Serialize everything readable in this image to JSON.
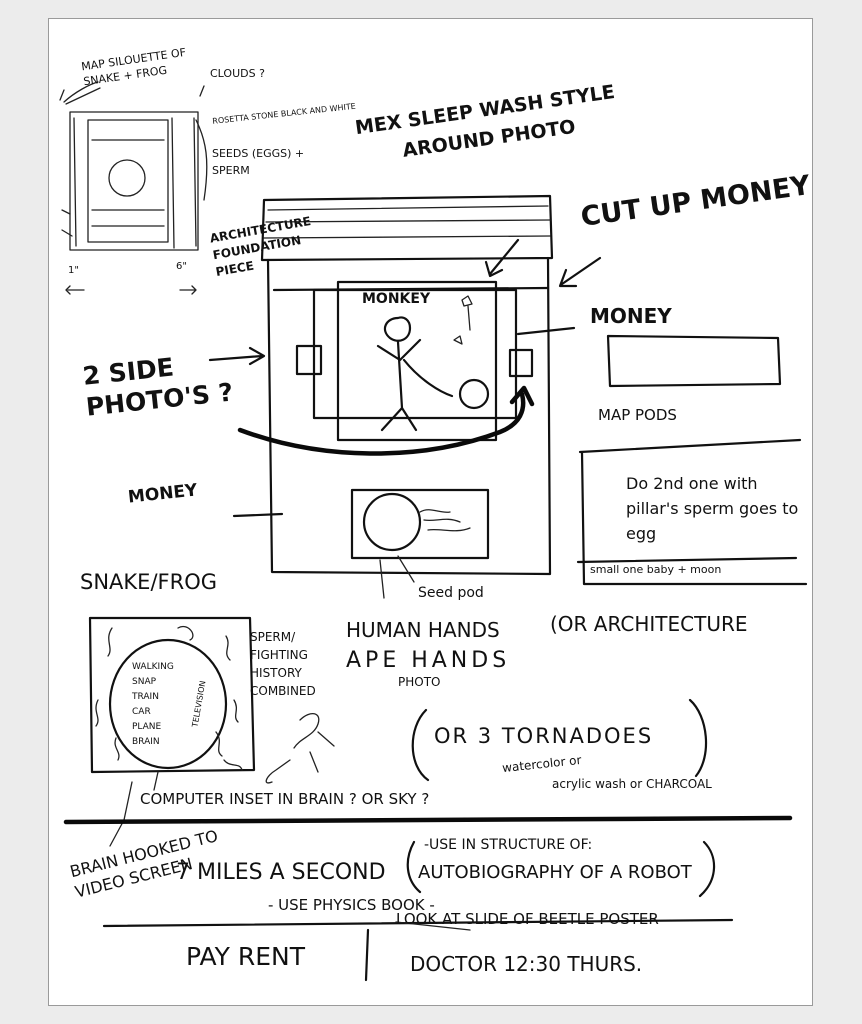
{
  "labels": {
    "map_silhouette": "MAP SILOUETTE OF SNAKE + FROG",
    "clouds": "CLOUDS ?",
    "rosetta": "ROSETTA STONE BLACK AND WHITE",
    "seeds": "SEEDS (EGGS) + SPERM",
    "dim_left": "1\"",
    "dim_right": "6\"",
    "architecture": "ARCHITECTURE FOUNDATION PIECE",
    "mex_sleep_wash": "MEX SLEEP WASH STYLE AROUND PHOTO",
    "cut_up_money": "CUT UP MONEY",
    "monkey": "MONKEY",
    "money_right": "MONEY",
    "two_side_photos": "2 SIDE PHOTO'S ?",
    "map_pods": "MAP PODS",
    "do_second": "Do 2nd one with pillar's sperm goes to egg",
    "small_one": "small one baby + moon",
    "money_left": "MONEY",
    "seed_pod": "Seed pod",
    "snake_frog": "SNAKE/FROG",
    "brain_list": [
      "WALKING",
      "SNAP",
      "TRAIN",
      "CAR",
      "PLANE",
      "BRAIN"
    ],
    "television": "TELEVISION",
    "sperm_fighting": "SPERM/ FIGHTING HISTORY COMBINED",
    "human_hands": "HUMAN HANDS",
    "ape_hands": "APE HANDS",
    "photo": "PHOTO",
    "or_architecture": "(OR ARCHITECTURE",
    "or_tornadoes": "OR 3 TORNADOES",
    "watercolor": "watercolor or",
    "acrylic_wash": "acrylic wash or CHARCOAL",
    "computer_inset": "COMPUTER INSET IN BRAIN ? OR SKY ?",
    "brain_hooked": "BRAIN HOOKED TO VIDEO SCREEN",
    "seven_miles": "7 MILES A SECOND",
    "use_structure": "-USE IN STRUCTURE OF:",
    "autobiography": "AUTOBIOGRAPHY OF A ROBOT",
    "use_physics": "- USE PHYSICS BOOK -",
    "look_at_slide": "LOOK AT SLIDE OF BEETLE POSTER",
    "pay_rent": "PAY RENT",
    "doctor": "DOCTOR 12:30 THURS."
  }
}
